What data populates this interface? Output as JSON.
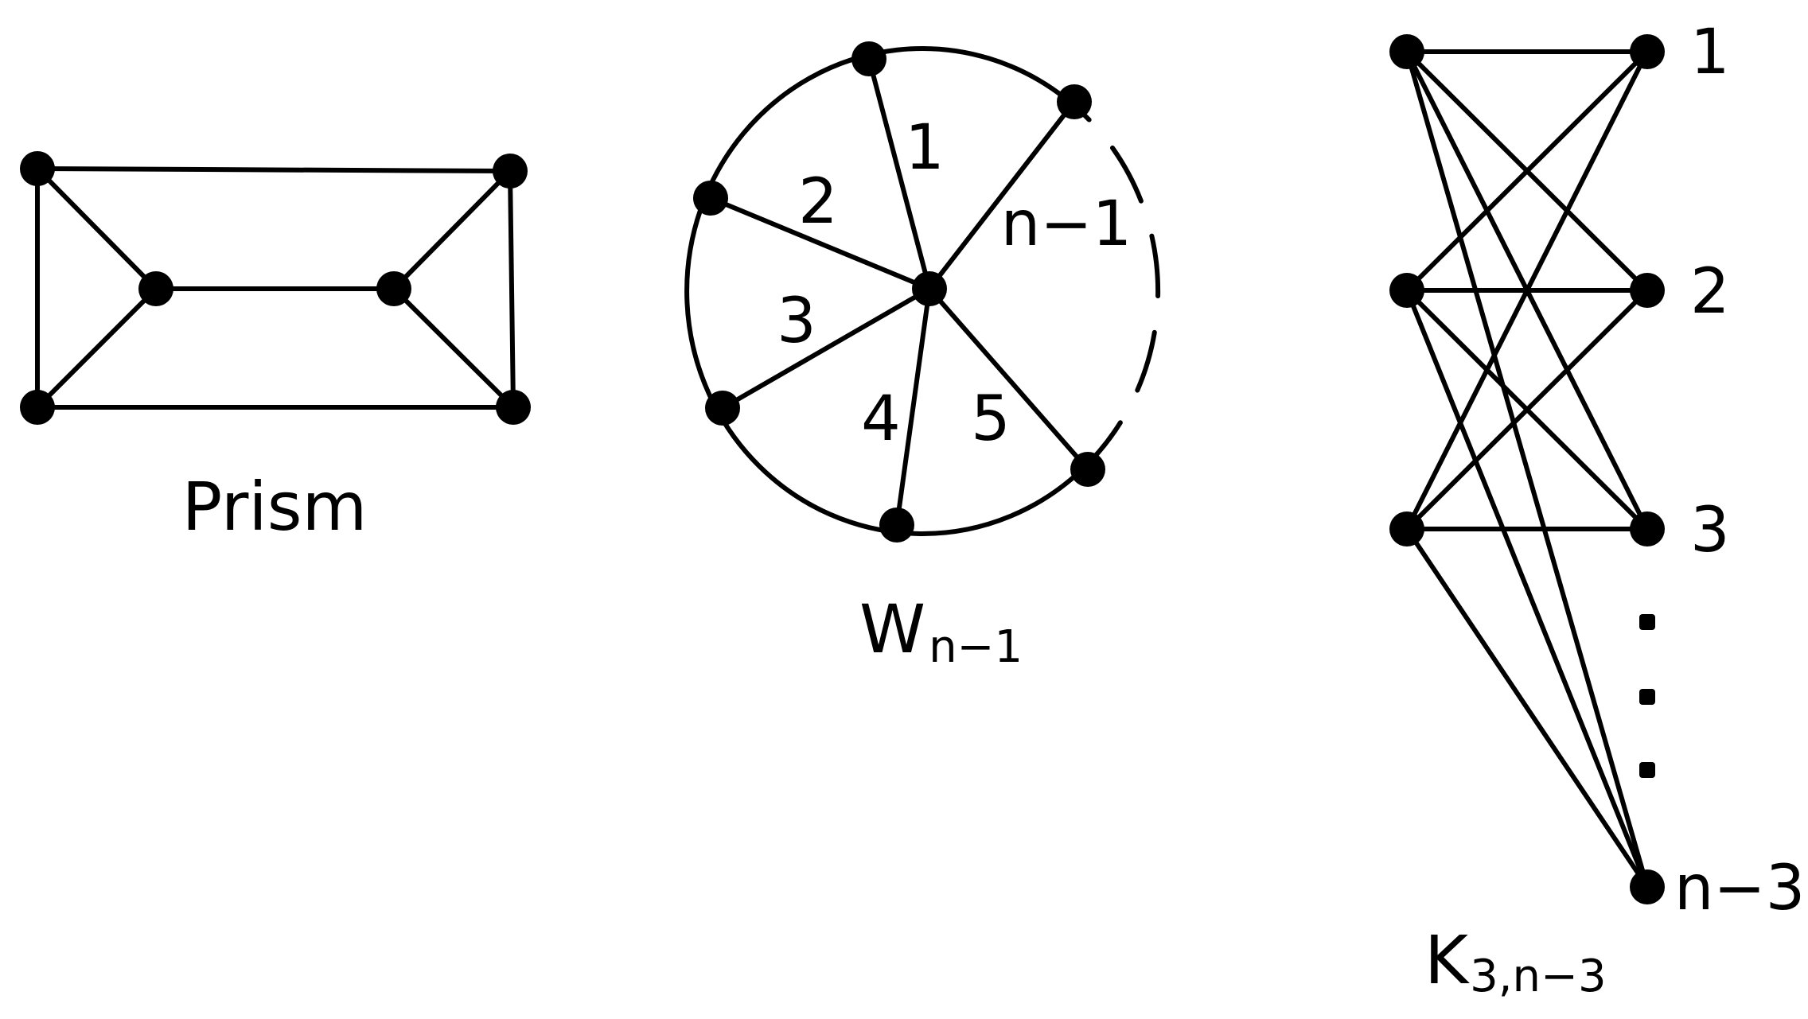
{
  "prism": {
    "caption": "Prism"
  },
  "wheel": {
    "caption_main": "W",
    "caption_sub": "n−1",
    "sector_labels": [
      "1",
      "2",
      "3",
      "4",
      "5",
      "n−1"
    ]
  },
  "bipartite": {
    "caption_main": "K",
    "caption_sub": "3,n−3",
    "right_labels": [
      "1",
      "2",
      "3",
      "n−3"
    ]
  },
  "colors": {
    "ink": "#000000",
    "background": "#ffffff"
  }
}
